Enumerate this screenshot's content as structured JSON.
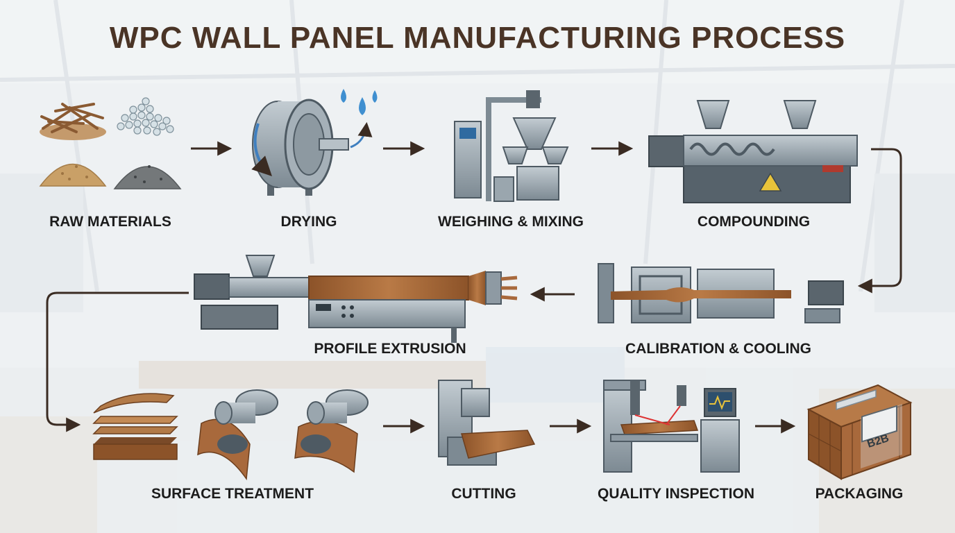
{
  "title": "WPC WALL PANEL MANUFACTURING PROCESS",
  "steps": [
    {
      "label": "RAW MATERIALS"
    },
    {
      "label": "DRYING"
    },
    {
      "label": "WEIGHING & MIXING"
    },
    {
      "label": "COMPOUNDING"
    },
    {
      "label": "CALIBRATION & COOLING"
    },
    {
      "label": "PROFILE EXTRUSION"
    },
    {
      "label": "SURFACE TREATMENT"
    },
    {
      "label": "CUTTING"
    },
    {
      "label": "QUALITY INSPECTION"
    },
    {
      "label": "PACKAGING"
    }
  ],
  "packaging_box_text": "B2B",
  "colors": {
    "title": "#4a3426",
    "arrow": "#3a2b22",
    "machine_steel": "#8e9aa3",
    "machine_dark": "#4e5a63",
    "wood": "#a8693c",
    "water": "#3f8fd0"
  }
}
